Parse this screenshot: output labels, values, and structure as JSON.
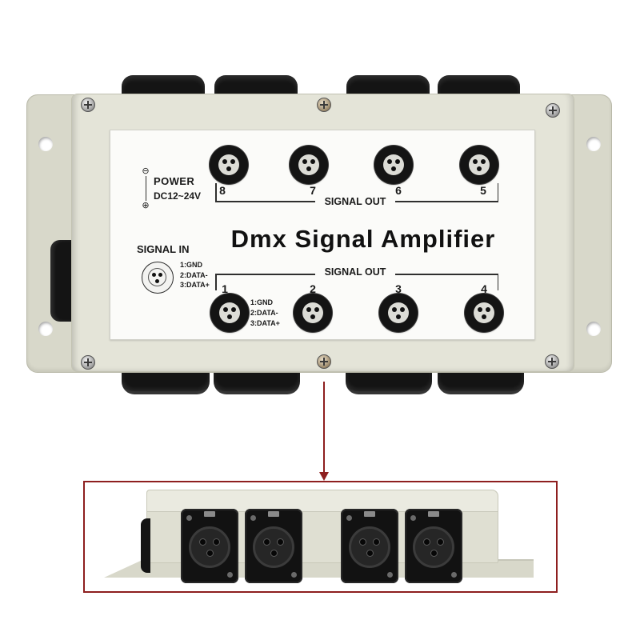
{
  "label": {
    "power": {
      "minus_symbol": "⊖",
      "title": "POWER",
      "voltage": "DC12~24V",
      "plus_symbol": "⊕"
    },
    "product_name": "Dmx Signal Amplifier",
    "signal_in": {
      "title": "SIGNAL IN",
      "pins": [
        "1:GND",
        "2:DATA-",
        "3:DATA+"
      ]
    },
    "signal_out_top": {
      "title": "SIGNAL OUT",
      "ports": [
        "8",
        "7",
        "6",
        "5"
      ]
    },
    "signal_out_bottom": {
      "title": "SIGNAL OUT",
      "ports": [
        "1",
        "2",
        "3",
        "4"
      ],
      "pins": [
        "1:GND",
        "2:DATA-",
        "3:DATA+"
      ]
    }
  },
  "colors": {
    "enclosure": "#e4e4d8",
    "flange": "#d8d8ca",
    "connector": "#141414",
    "label": "#fbfbf9",
    "pointer": "#8e1f1f"
  }
}
